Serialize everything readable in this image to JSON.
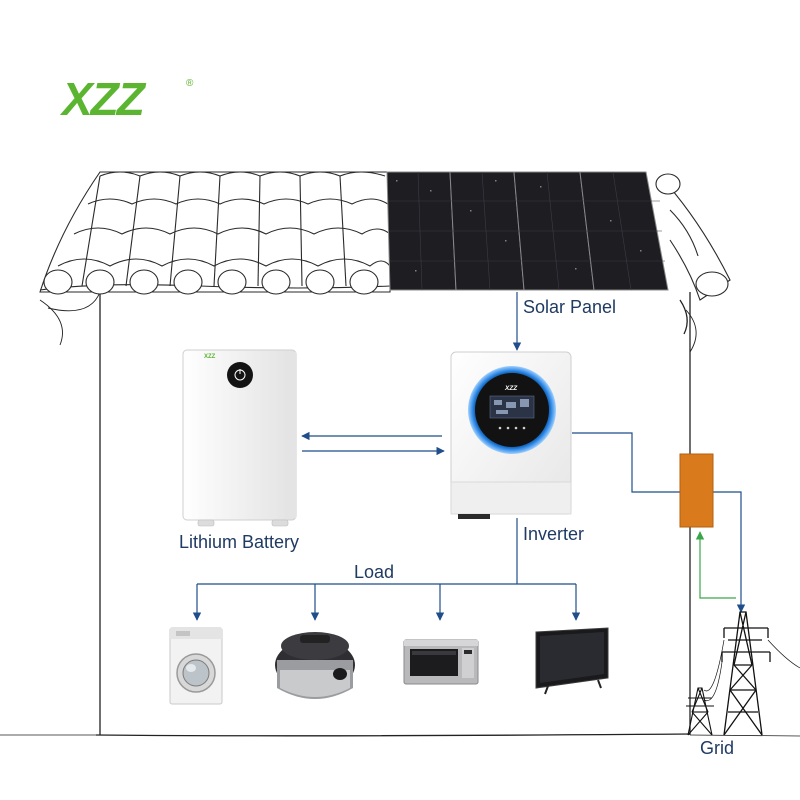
{
  "brand": {
    "logo_text": "XZZ",
    "registered_mark": "®",
    "device_badge": "XZZ",
    "logo_color": "#5bb531"
  },
  "labels": {
    "solar_panel": "Solar Panel",
    "lithium_battery": "Lithium Battery",
    "inverter": "Inverter",
    "load": "Load",
    "grid": "Grid"
  },
  "colors": {
    "flow_line": "#1f4e8a",
    "grid_feed_line": "#3aa64a",
    "meter_box": "#d97b1c",
    "panel_cell": "#1d1d22",
    "house_outline": "#222222",
    "label_text": "#1f3a63"
  },
  "load_devices": [
    {
      "icon": "washing-machine-icon"
    },
    {
      "icon": "rice-cooker-icon"
    },
    {
      "icon": "microwave-icon"
    },
    {
      "icon": "television-icon"
    }
  ]
}
